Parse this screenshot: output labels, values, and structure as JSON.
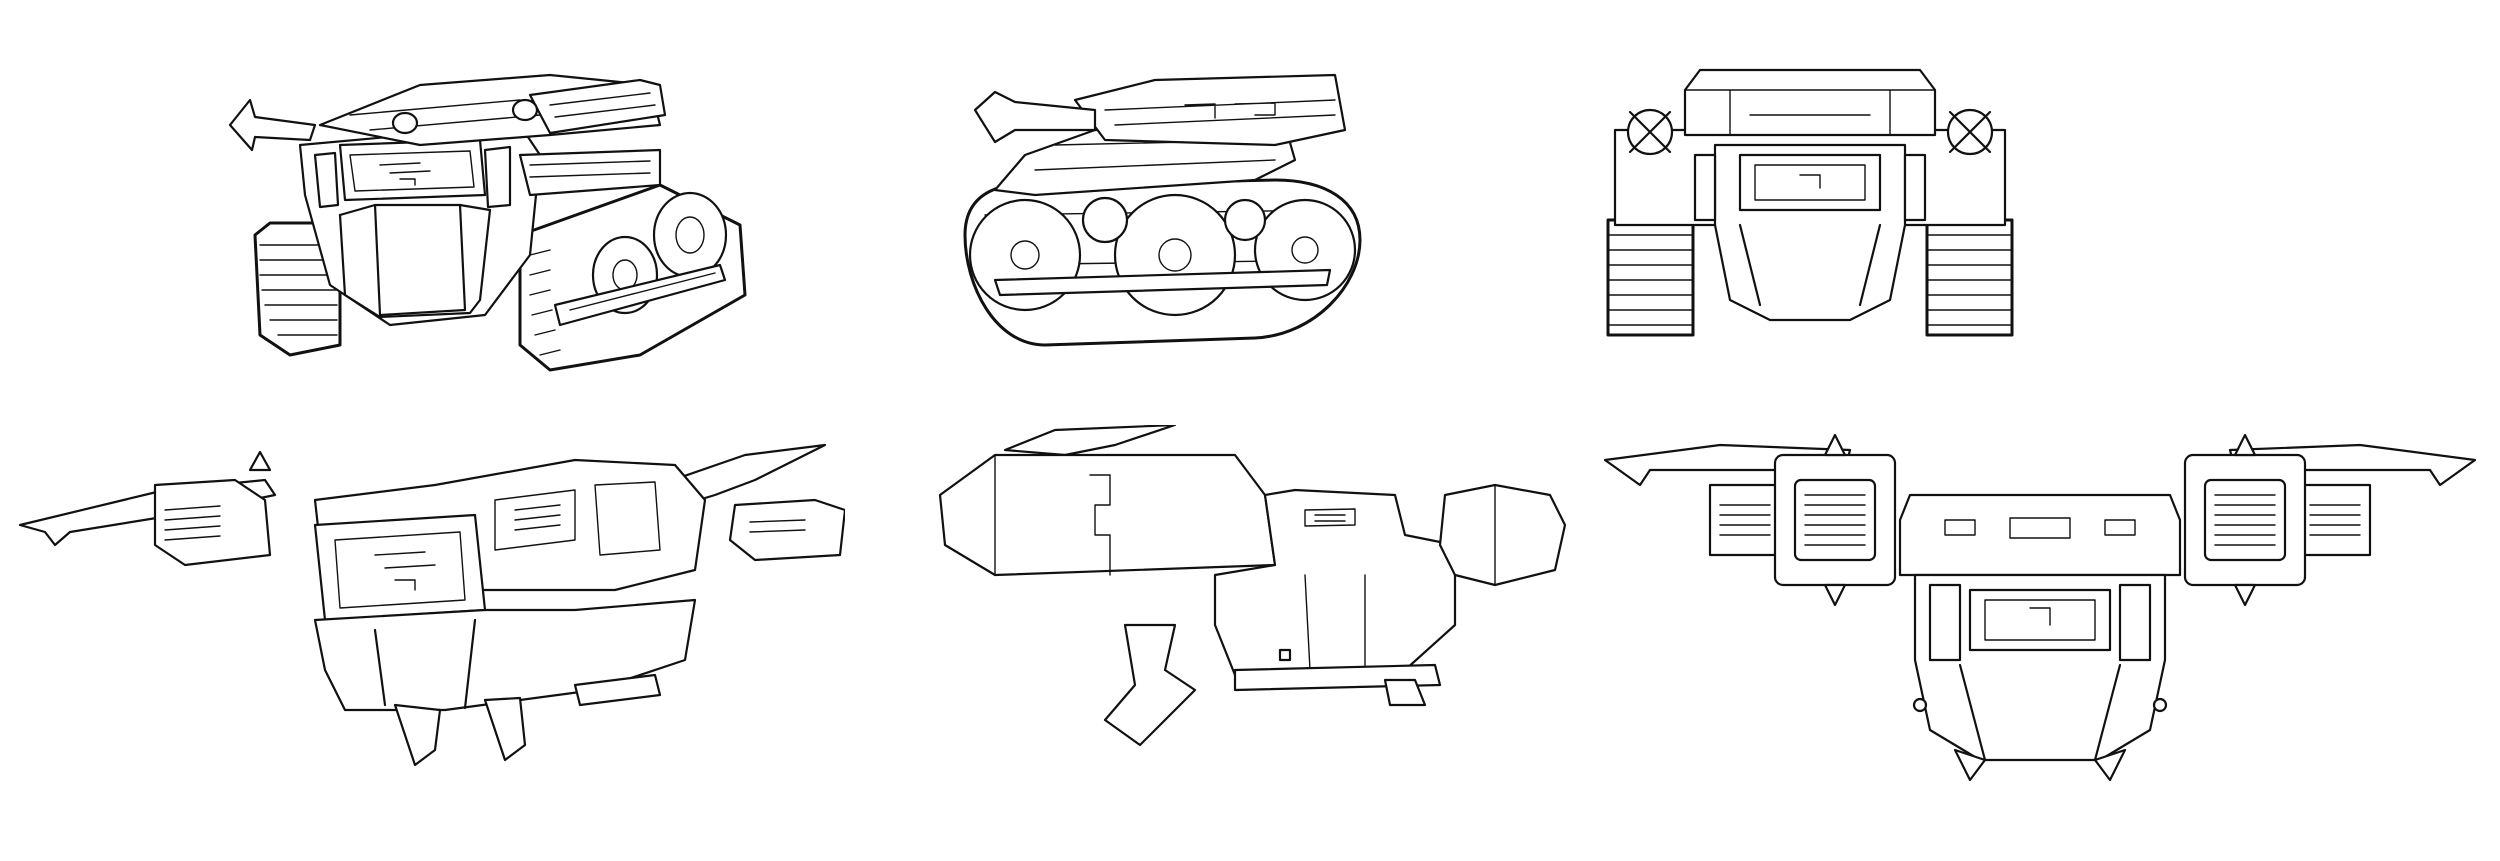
{
  "sheet": {
    "views": [
      {
        "id": "tank-three-quarter",
        "mode": "tank",
        "angle": "three-quarter"
      },
      {
        "id": "tank-side",
        "mode": "tank",
        "angle": "side"
      },
      {
        "id": "tank-front",
        "mode": "tank",
        "angle": "front"
      },
      {
        "id": "flyer-three-quarter",
        "mode": "flyer",
        "angle": "three-quarter"
      },
      {
        "id": "flyer-side",
        "mode": "flyer",
        "angle": "side"
      },
      {
        "id": "flyer-front",
        "mode": "flyer",
        "angle": "front"
      }
    ],
    "line_color": "#111111",
    "background_color": "#ffffff"
  }
}
